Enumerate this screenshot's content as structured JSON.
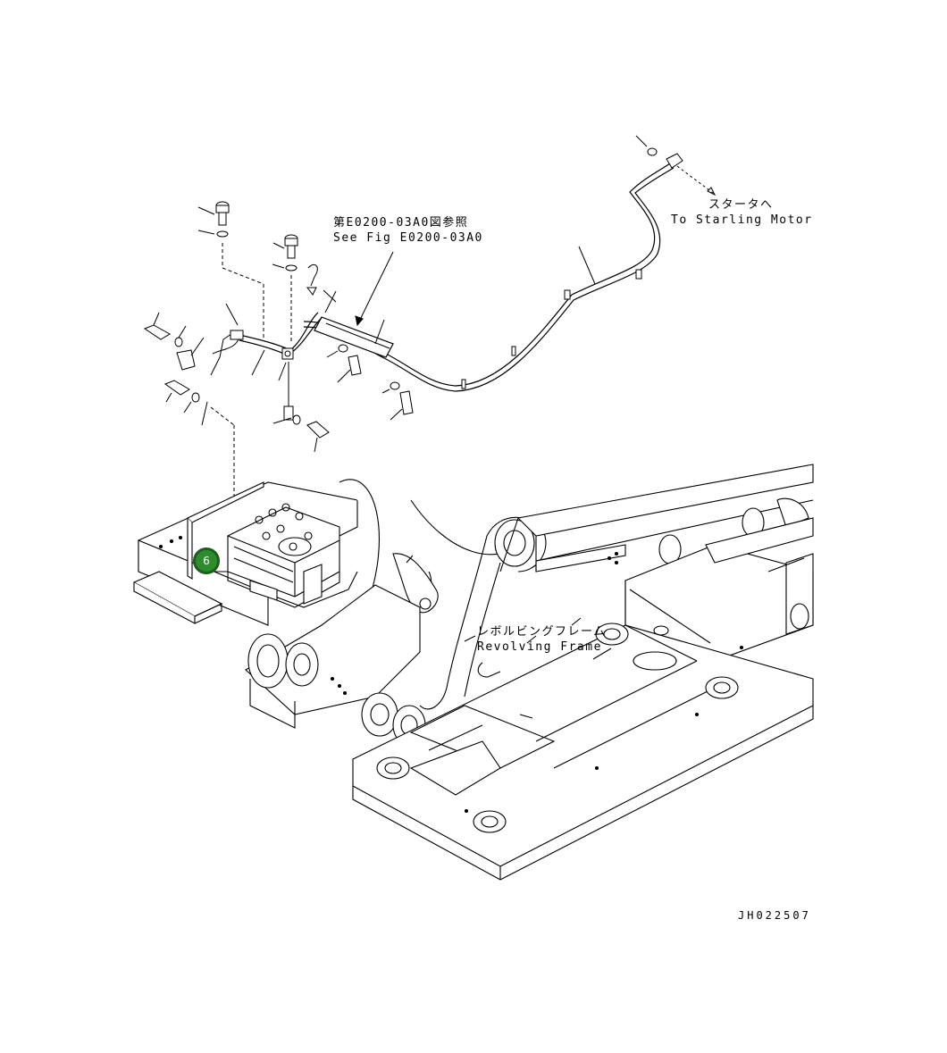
{
  "reference": {
    "jp": "第E0200-03A0図参照",
    "en": "See Fig E0200-03A0"
  },
  "starter": {
    "jp": "スタータへ",
    "en": "To Starling Motor"
  },
  "frame": {
    "jp": "レボルビングフレーム",
    "en": "Revolving Frame"
  },
  "drawing_id": "JH022507",
  "callout": {
    "number": "6",
    "color": "#2e8b2e"
  }
}
